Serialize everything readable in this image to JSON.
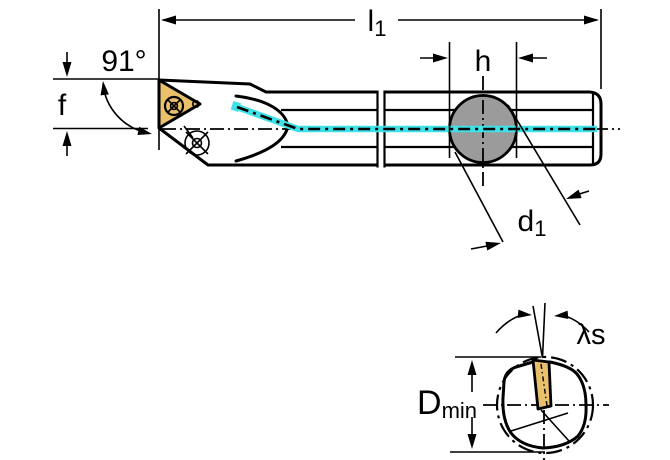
{
  "colors": {
    "background": "#ffffff",
    "body": "#c8c8c8",
    "section_body": "#c6c6c6",
    "clamp_circle": "#9b9b9b",
    "insert": "#e9c06b",
    "coolant": "#3fe1e8",
    "line": "#000000"
  },
  "side_view": {
    "angle_label": "91°",
    "f_label": "f",
    "length_label": {
      "base": "l",
      "sub": "1"
    },
    "height_label": "h",
    "diameter_label": {
      "base": "d",
      "sub": "1"
    }
  },
  "section_view": {
    "inclination_label": "λs",
    "min_bore_label": {
      "base": "D",
      "sub": "min"
    }
  }
}
